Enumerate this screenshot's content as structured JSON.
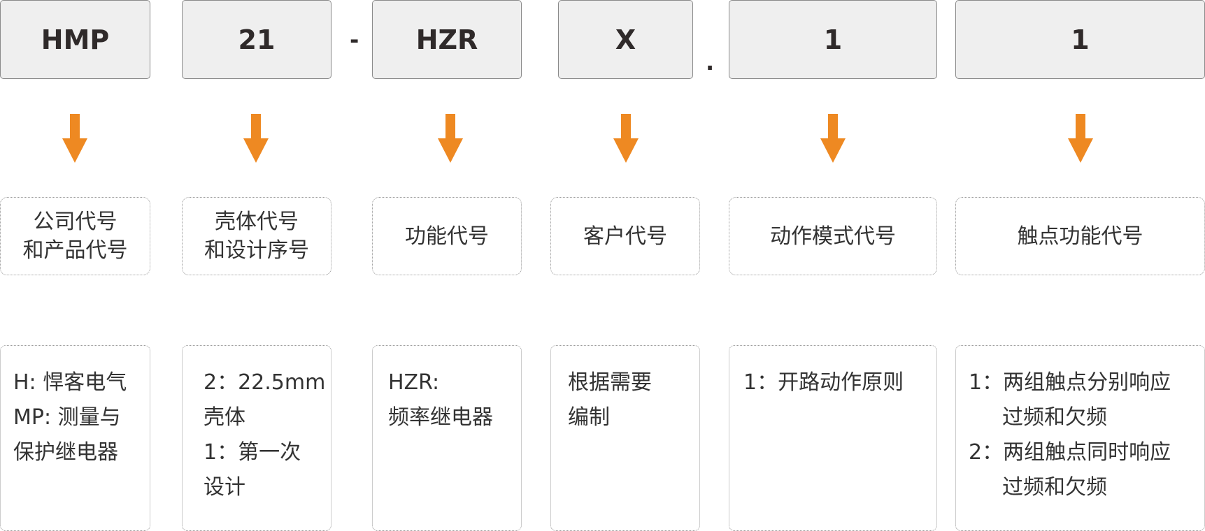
{
  "codes": [
    "HMP",
    "21",
    "HZR",
    "X",
    "1",
    "1"
  ],
  "separators": [
    "-",
    "."
  ],
  "meanings": [
    "公司代号\n和产品代号",
    "壳体代号\n和设计序号",
    "功能代号",
    "客户代号",
    "动作模式代号",
    "触点功能代号"
  ],
  "details": [
    [
      "H: 悍客电气",
      "MP: 测量与",
      "保护继电器"
    ],
    [
      "2：22.5mm",
      "壳体",
      "1：第一次",
      "设计"
    ],
    [
      "HZR:",
      "频率继电器"
    ],
    [
      "根据需要",
      "编制"
    ],
    [
      "1：开路动作原则"
    ],
    [
      "1：两组触点分别响应",
      "过频和欠频",
      "2：两组触点同时响应",
      "过频和欠频"
    ]
  ],
  "colors": {
    "arrow": "#EE8922",
    "code_box_fill": "#EFEFEF",
    "code_text": "#2F2A2A",
    "body_text": "#333333"
  },
  "icons": {
    "arrow": "down-arrow-icon"
  }
}
